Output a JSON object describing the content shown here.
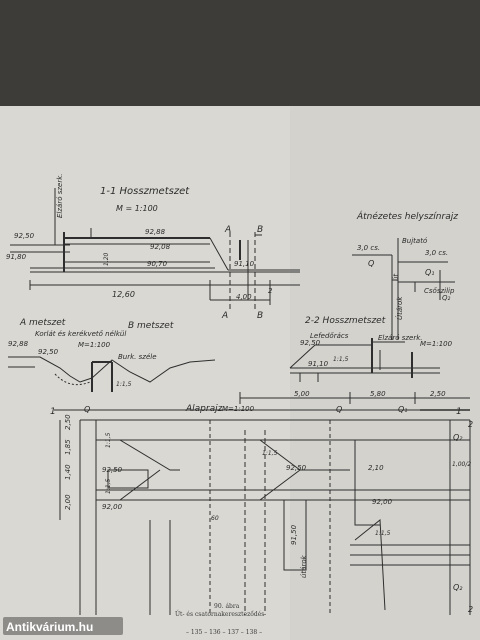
{
  "titles": {
    "section_1_1": "1-1 Hosszmetszet",
    "scale_1_1": "M = 1:100",
    "overview": "Átnézetes helyszínrajz",
    "section_a": "A metszet",
    "railing_note": "Korlát és kerékvető nélkül",
    "section_b": "B metszet",
    "scale_a": "M=1:100",
    "kerb_note": "Burk. széle",
    "section_2_2": "2-2 Hosszmetszet",
    "scale_2_2": "M=1:100",
    "floor_plan": "Alaprajz",
    "scale_plan": "M=1:100"
  },
  "labels": {
    "elzaro_szerk": "Elzáró szerk.",
    "elzaro_szerk_2": "Elzáró szerk.",
    "lefedo_racs": "Lefedőrács",
    "bujtato": "Bujtató",
    "csoszilip": "Csőszilip",
    "utarok": "Útárok",
    "ut": "út",
    "utarok_plan": "útárok",
    "pipe_1": "3,0 cs.",
    "pipe_2": "3,0 cs.",
    "q_1": "Q",
    "q_2": "Q₁",
    "q_3": "Q₂"
  },
  "section_1_1": {
    "levels": [
      "92,50",
      "91,80",
      "92,88",
      "92,08",
      "90,70",
      "91,10"
    ],
    "dims": [
      "1,20",
      "12,60",
      "4,00"
    ],
    "markers": [
      "A",
      "A",
      "B",
      "B",
      "2"
    ]
  },
  "section_a": {
    "levels": [
      "92,88",
      "92,50"
    ],
    "dims": [
      "1:1,5"
    ]
  },
  "section_2_2": {
    "levels": [
      "92,50",
      "91,10",
      "1:1,5"
    ]
  },
  "plan": {
    "dims_top": [
      "5,00",
      "5,80",
      "2,50"
    ],
    "dims_left": [
      "2,50",
      "1,85",
      "1,40",
      "2,00"
    ],
    "levels": [
      "92,50",
      "92,00",
      "92,50",
      "2,10",
      "92,00",
      "91,50"
    ],
    "slopes": [
      "1:1,5",
      "1:1,5",
      "1:1,5",
      "1:1,5"
    ],
    "markers": [
      "1",
      "1",
      "2",
      "2",
      "Q",
      "Q",
      "Q₁",
      "Q₂",
      "Q₂"
    ],
    "ratio": "1,00/2",
    "caption_num": "90. ábra",
    "caption_text": "Út- és csatornakereszteződés",
    "plate_width": "60"
  },
  "footer": {
    "pages": "– 135 – 136 – 137 – 138 –",
    "watermark": "Antikvárium.hu"
  },
  "colors": {
    "paper": "#d9d8d3",
    "ink": "#2b2b2b",
    "background": "#3a3936"
  }
}
